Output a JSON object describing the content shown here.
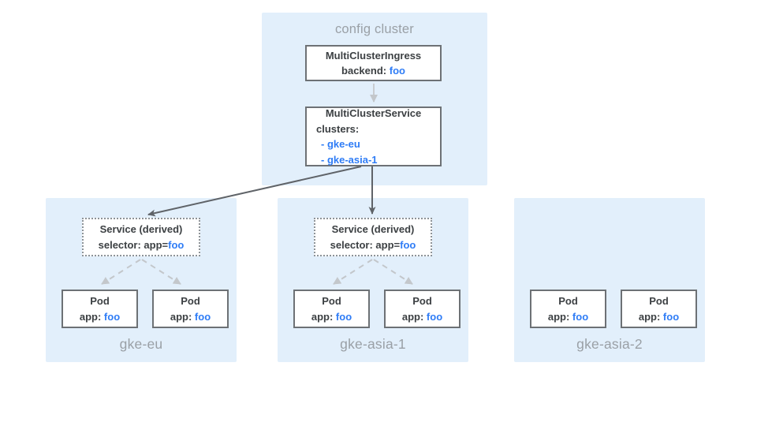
{
  "colors": {
    "panel_background": "#e2effb",
    "box_border": "#6d7175",
    "dark_text": "#3c4043",
    "muted_text": "#9aa0a6",
    "accent_blue": "#2e7cf6",
    "arrow_dark": "#5f6368",
    "arrow_light": "#c3c7cb"
  },
  "config_cluster": {
    "title": "config cluster",
    "mci": {
      "name": "MultiClusterIngress",
      "backend_label": "backend:",
      "backend_value": "foo"
    },
    "mcs": {
      "name": "MultiClusterService",
      "clusters_label": "clusters:",
      "cluster_refs": [
        "- gke-eu",
        "- gke-asia-1"
      ]
    }
  },
  "clusters": [
    {
      "name": "gke-eu",
      "service": {
        "title": "Service (derived)",
        "selector_label": "selector: app=",
        "selector_value": "foo"
      },
      "pods": [
        {
          "title": "Pod",
          "app_label": "app:",
          "app_value": "foo"
        },
        {
          "title": "Pod",
          "app_label": "app:",
          "app_value": "foo"
        }
      ]
    },
    {
      "name": "gke-asia-1",
      "service": {
        "title": "Service (derived)",
        "selector_label": "selector: app=",
        "selector_value": "foo"
      },
      "pods": [
        {
          "title": "Pod",
          "app_label": "app:",
          "app_value": "foo"
        },
        {
          "title": "Pod",
          "app_label": "app:",
          "app_value": "foo"
        }
      ]
    },
    {
      "name": "gke-asia-2",
      "pods": [
        {
          "title": "Pod",
          "app_label": "app:",
          "app_value": "foo"
        },
        {
          "title": "Pod",
          "app_label": "app:",
          "app_value": "foo"
        }
      ]
    }
  ]
}
